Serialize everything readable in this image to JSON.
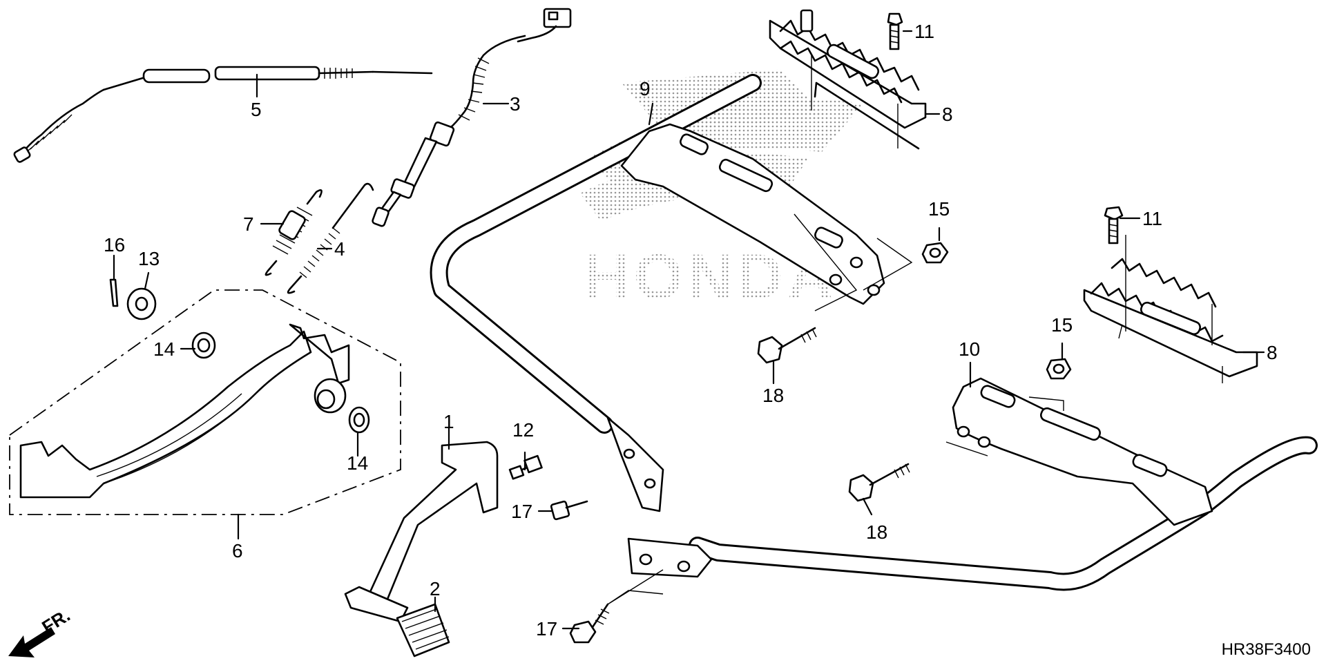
{
  "diagram": {
    "diagram_code": "HR38F3400",
    "direction_label": "FR.",
    "watermark_text": "HONDA",
    "colors": {
      "ink": "#000000",
      "paper": "#ffffff",
      "watermark": "#9a9a9a"
    },
    "callouts": {
      "c1": "1",
      "c2": "2",
      "c3": "3",
      "c4": "4",
      "c5": "5",
      "c6": "6",
      "c7": "7",
      "c8a": "8",
      "c8b": "8",
      "c9": "9",
      "c10": "10",
      "c11a": "11",
      "c11b": "11",
      "c12": "12",
      "c13": "13",
      "c14a": "14",
      "c14b": "14",
      "c15a": "15",
      "c15b": "15",
      "c16": "16",
      "c17a": "17",
      "c17b": "17",
      "c18a": "18",
      "c18b": "18"
    }
  }
}
